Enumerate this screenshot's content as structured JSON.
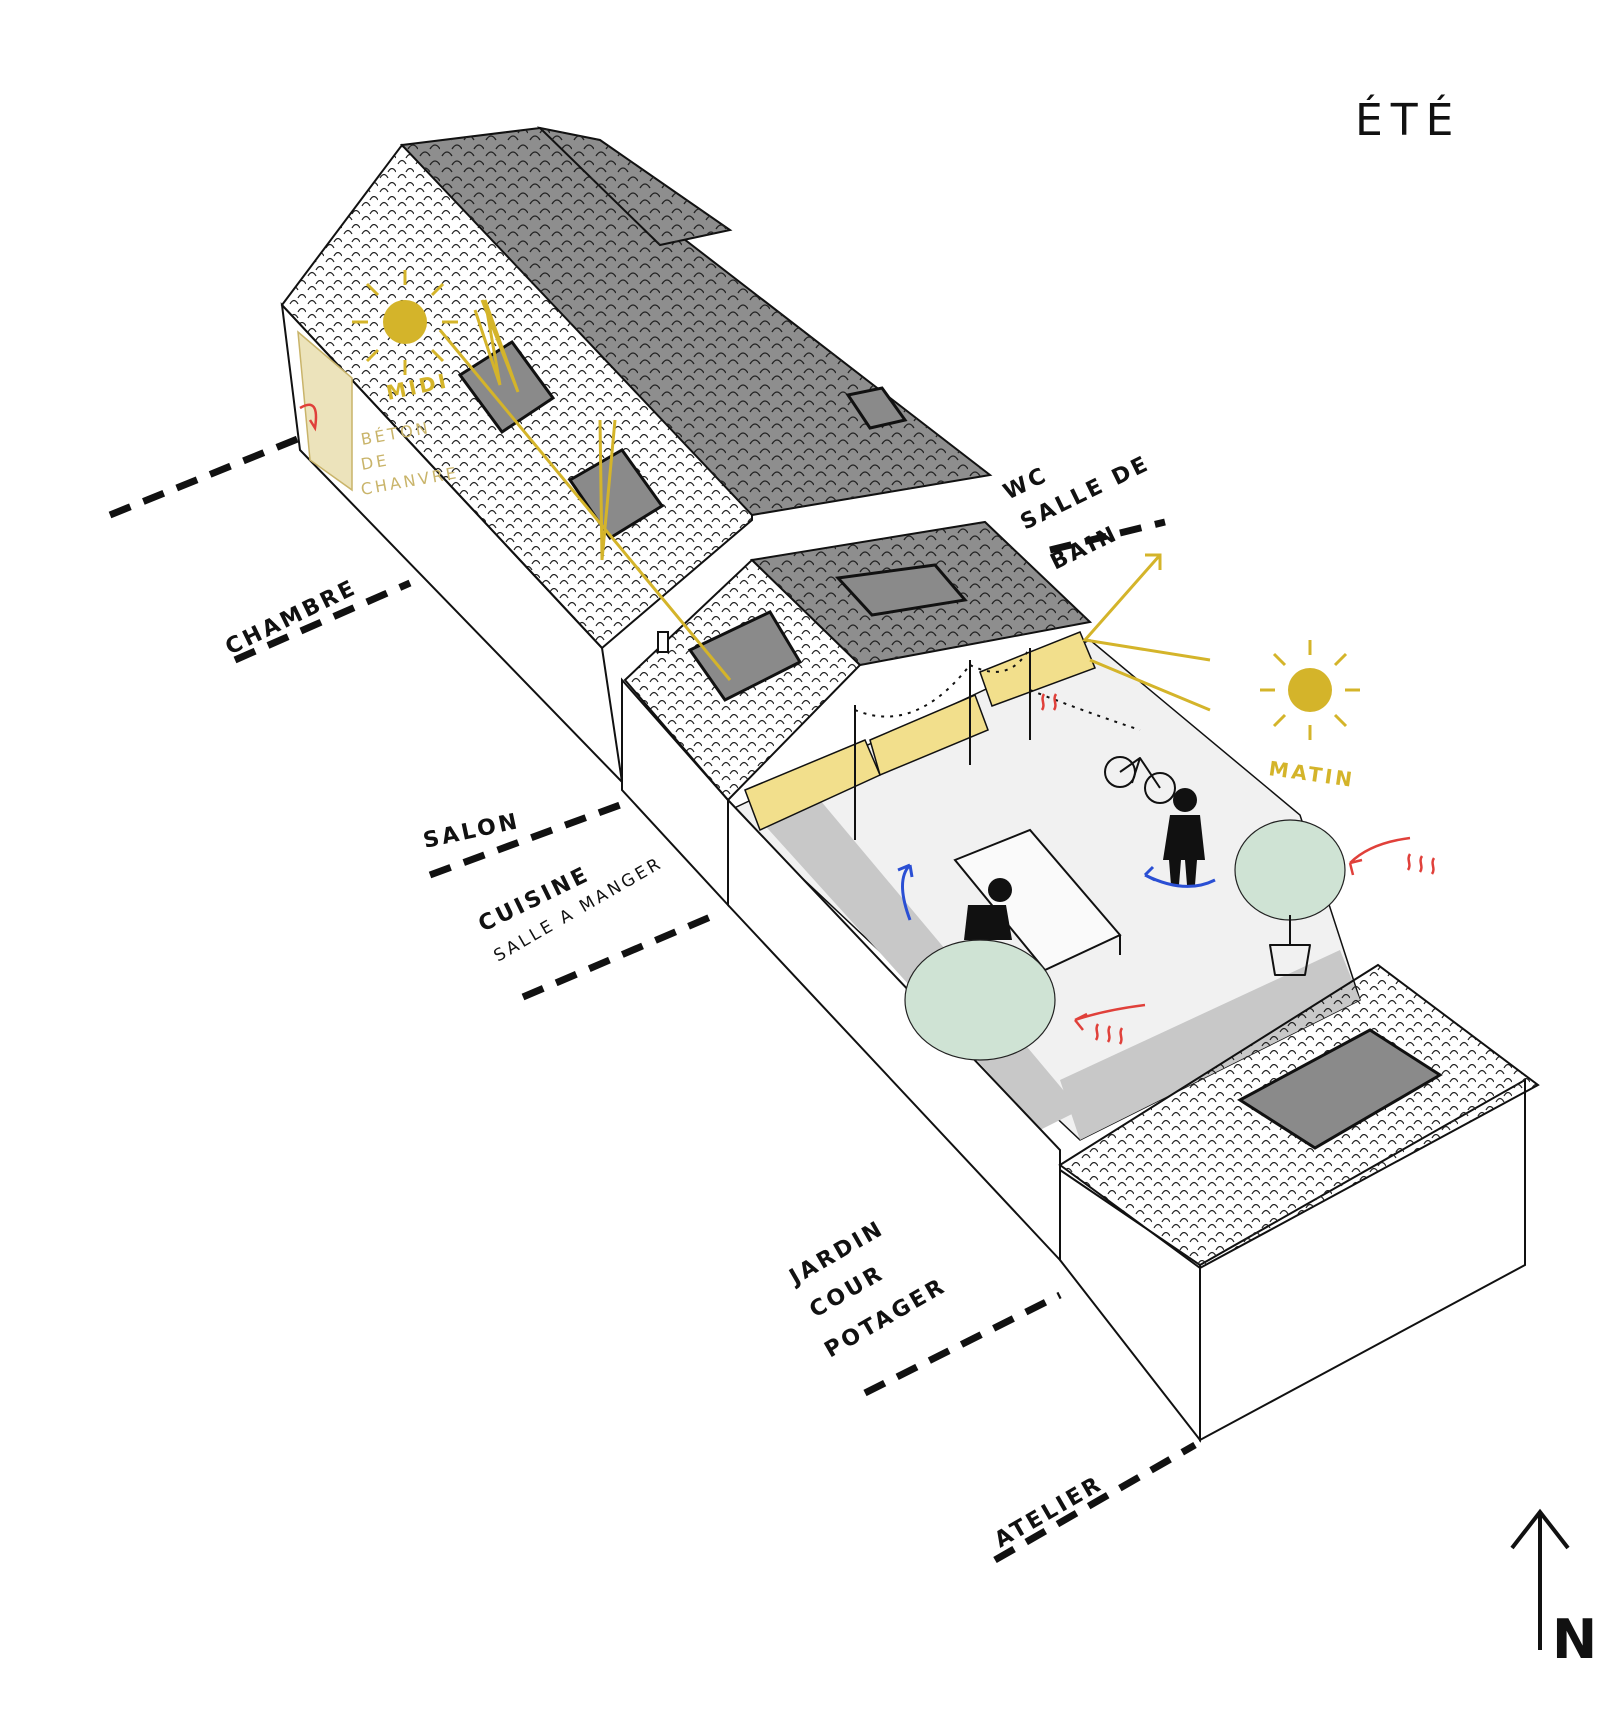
{
  "title": "ÉTÉ",
  "north": "N",
  "rooms": {
    "chambre": "CHAMBRE",
    "salon": "SALON",
    "cuisine": "CUISINE",
    "salle_a_manger": "SALLE A MANGER",
    "wc": "WC",
    "salle_de": "SALLE DE",
    "bain": "BAIN",
    "jardin": "JARDIN",
    "cour": "COUR",
    "potager": "POTAGER",
    "atelier": "ATELIER"
  },
  "sun": {
    "midi": "MIDI",
    "matin": "MATIN"
  },
  "material": {
    "line1": "BÉTON",
    "line2": "DE",
    "line3": "CHANVRE"
  },
  "colors": {
    "sun": "#d4b42a",
    "heat": "#e0403a",
    "cool": "#2a4fd4",
    "vegetation": "#cfe3d4",
    "awning": "#f2df8c"
  },
  "icons": [
    "sun-icon",
    "heat-arrow-icon",
    "cool-arrow-icon",
    "north-arrow-icon",
    "bicycle-icon",
    "person-icon",
    "tree-icon"
  ]
}
